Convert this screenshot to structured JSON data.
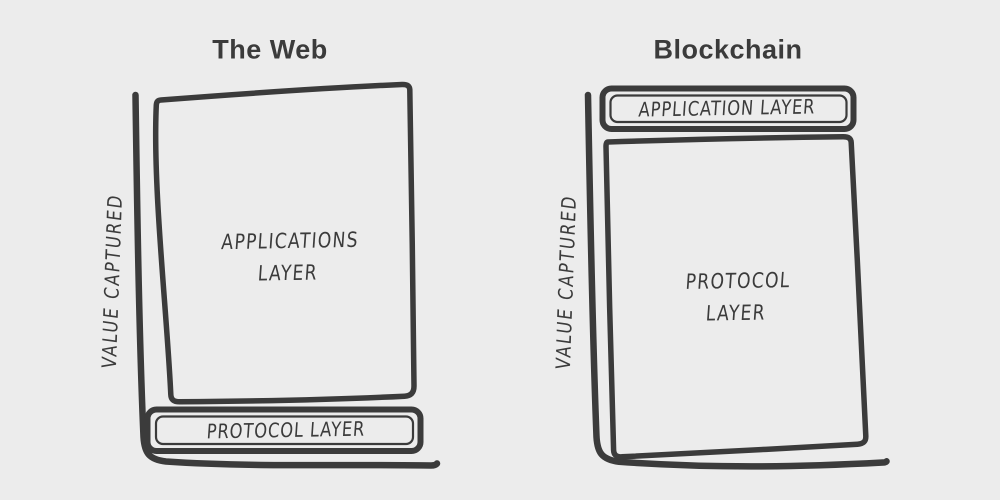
{
  "diagram": {
    "background_color": "#ececec",
    "ink_color": "#3b3b3b",
    "left_panel": {
      "title": "The Web",
      "y_axis_label": "VALUE CAPTURED",
      "applications_box": {
        "label_lines": [
          "APPLICATIONS",
          "LAYER"
        ]
      },
      "protocol_box": {
        "label": "PROTOCOL LAYER"
      }
    },
    "right_panel": {
      "title": "Blockchain",
      "y_axis_label": "VALUE CAPTURED",
      "application_box": {
        "label": "APPLICATION LAYER"
      },
      "protocol_box": {
        "label_lines": [
          "PROTOCOL",
          "LAYER"
        ]
      }
    }
  }
}
